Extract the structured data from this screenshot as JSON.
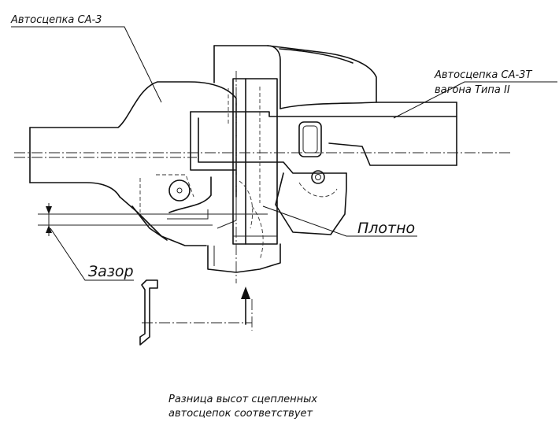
{
  "labels": {
    "coupler_sa3": "Автосцепка СА-3",
    "coupler_sa3t_line1": "Автосцепка СА-3Т",
    "coupler_sa3t_line2": "вагона Типа II",
    "tight": "Плотно",
    "gap": "Зазор",
    "caption_line1": "Разница высот сцепленных",
    "caption_line2": "автосцепок соответствует"
  }
}
